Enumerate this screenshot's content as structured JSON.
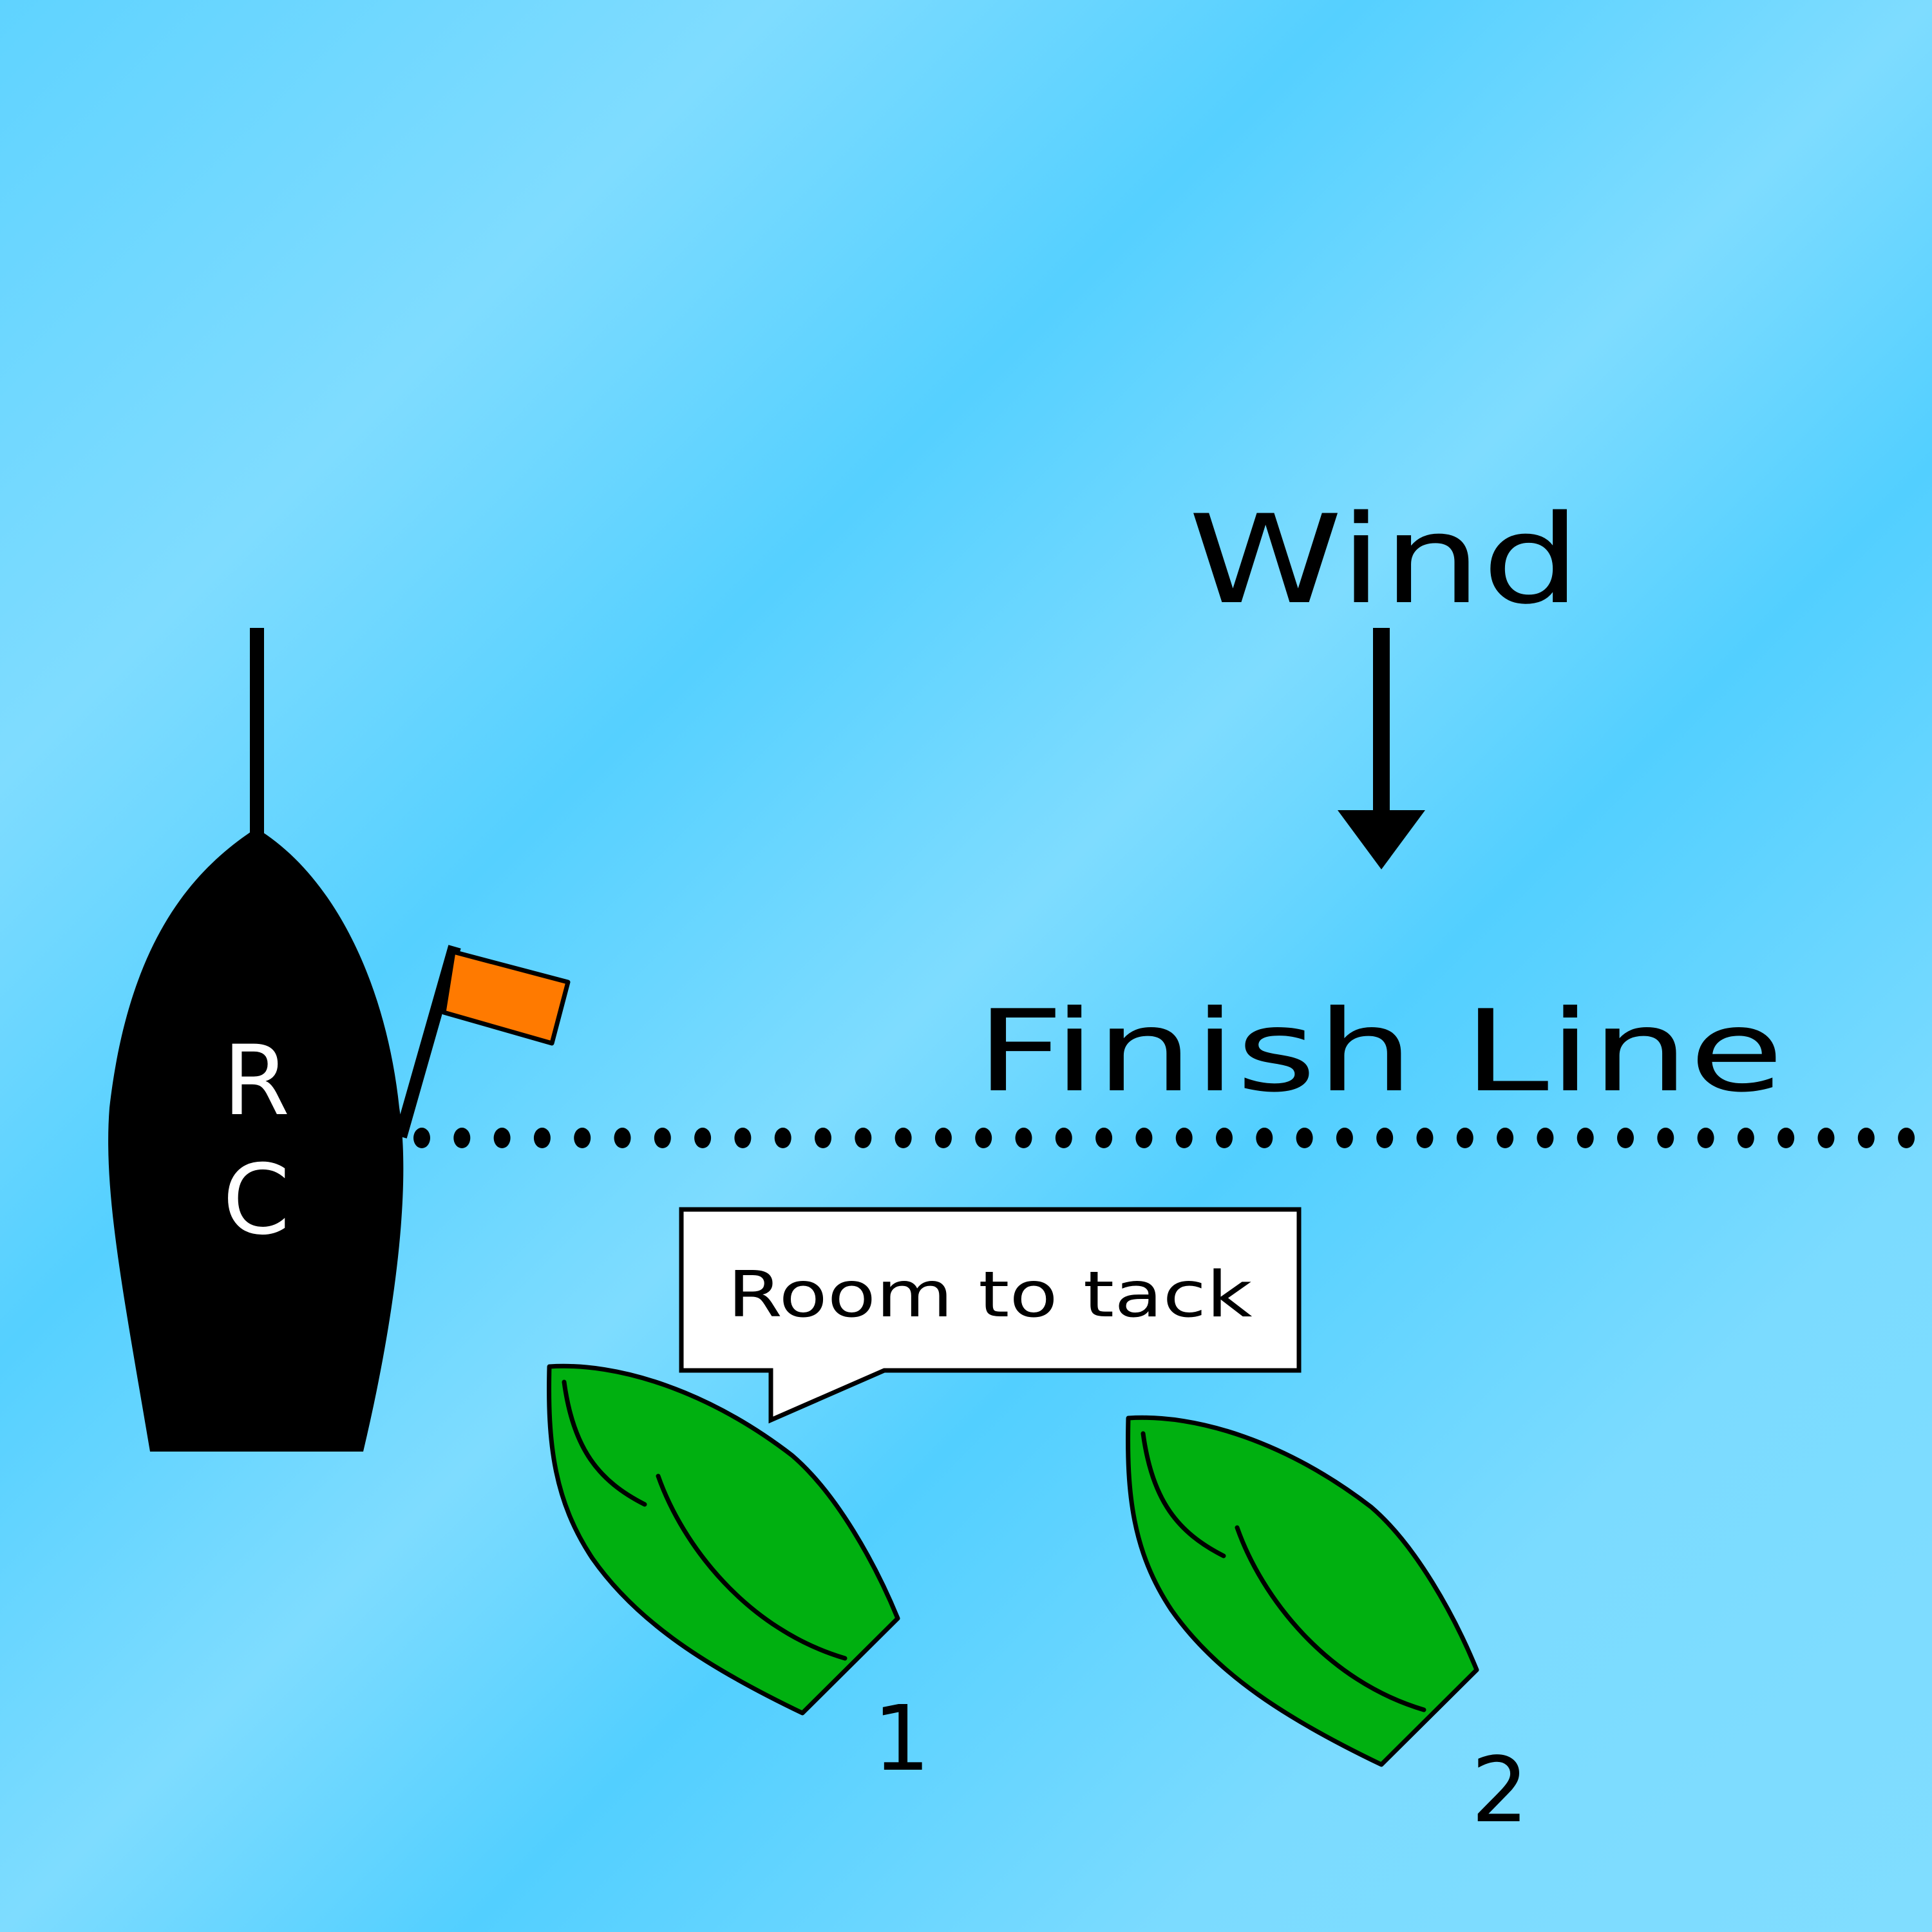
{
  "labels": {
    "wind": "Wind",
    "finish_line": "Finish Line",
    "rc_top": "R",
    "rc_bottom": "C",
    "callout": "Room to tack",
    "boat1_number": "1",
    "boat2_number": "2"
  },
  "colors": {
    "water_light": "#7fdcff",
    "water_dark": "#4fcfff",
    "boat_green": "#00b010",
    "flag_orange": "#ff7a00",
    "ink": "#000000",
    "callout_fill": "#ffffff"
  },
  "icons": {
    "wind_arrow": "arrow-down-icon",
    "flag": "flag-icon"
  }
}
